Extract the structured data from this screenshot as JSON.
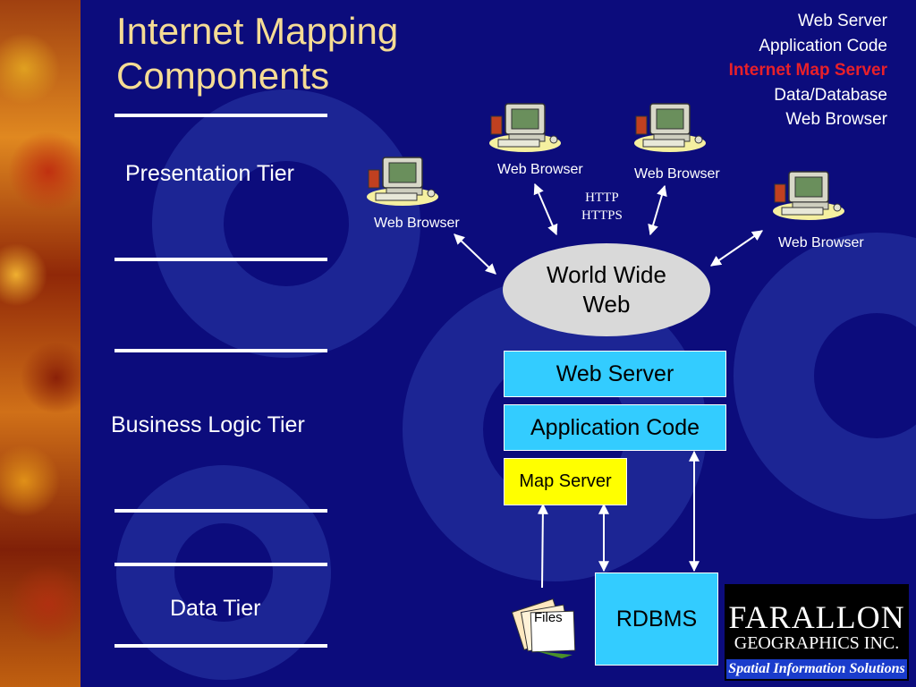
{
  "title": {
    "line1": "Internet Mapping",
    "line2": "Components"
  },
  "legend": {
    "items": [
      "Web Server",
      "Application Code",
      "Internet Map Server",
      "Data/Database",
      "Web Browser"
    ],
    "highlight_color": "#e8202a"
  },
  "tiers": {
    "presentation": "Presentation Tier",
    "business": "Business Logic Tier",
    "data": "Data Tier"
  },
  "diagram": {
    "web_browsers": [
      "Web Browser",
      "Web Browser",
      "Web Browser",
      "Web Browser"
    ],
    "protocols": {
      "http": "HTTP",
      "https": "HTTPS"
    },
    "www": {
      "line1": "World Wide",
      "line2": "Web"
    },
    "web_server": "Web Server",
    "application_code": "Application Code",
    "map_server": "Map Server",
    "rdbms": "RDBMS",
    "files": "Files"
  },
  "logo": {
    "line1": "FARALLON",
    "line2": "GEOGRAPHICS INC.",
    "line3": "Spatial Information Solutions"
  },
  "colors": {
    "background": "#0c0c7c",
    "title": "#f5dc94",
    "box": "#33ccff",
    "map_server": "#ffff00",
    "www": "#d9d9d9"
  }
}
